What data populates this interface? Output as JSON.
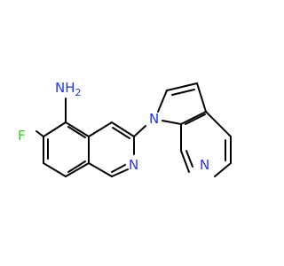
{
  "colors": {
    "bond": "#000000",
    "nitrogen": "#2233ee",
    "fluorine": "#33cc22",
    "background": "#ffffff"
  },
  "atoms": {
    "amine": "NH",
    "amine_subscript": "2",
    "fluorine": "F",
    "isoquinoline_n": "N",
    "pyrrole_n": "N",
    "pyridine_n": "N"
  }
}
